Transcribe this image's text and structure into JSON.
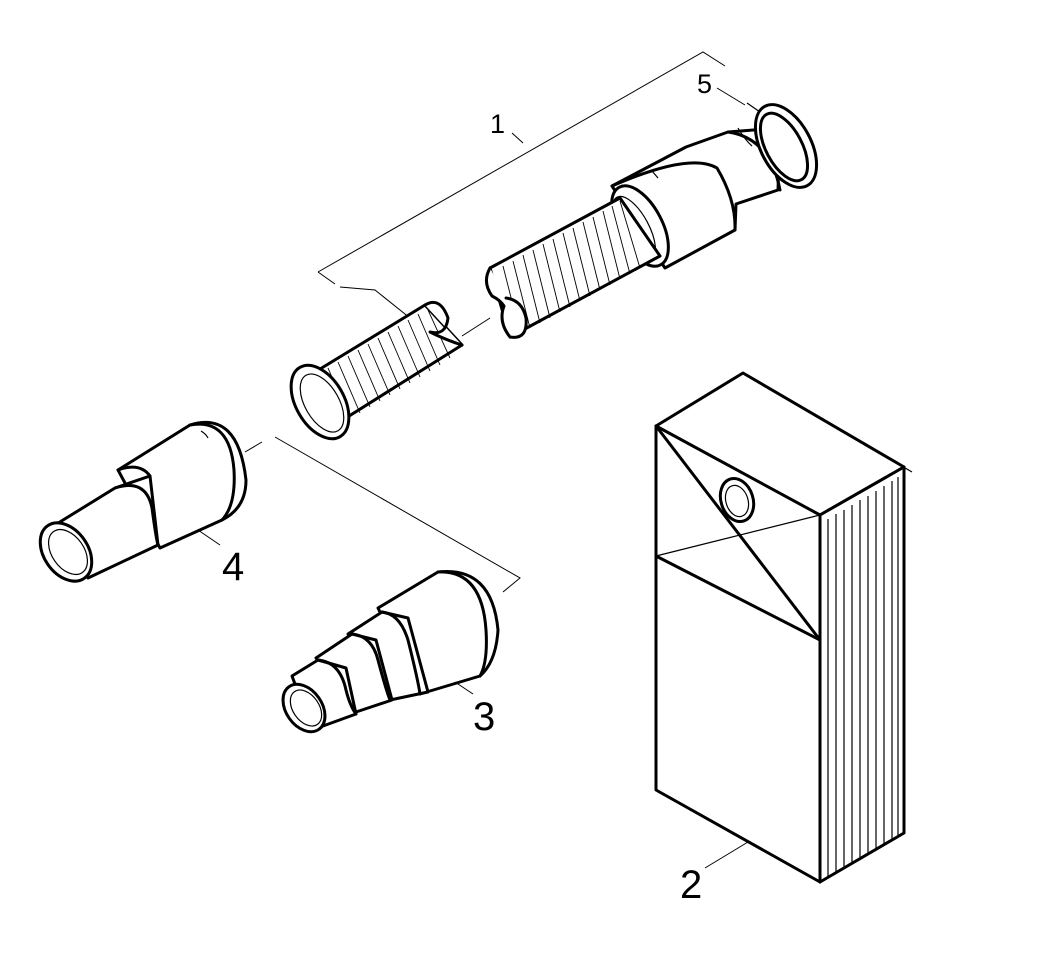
{
  "callouts": {
    "hose_set": "1",
    "filter_bag": "2",
    "adapter_small": "3",
    "adapter_large": "4",
    "seal_ring": "5"
  }
}
